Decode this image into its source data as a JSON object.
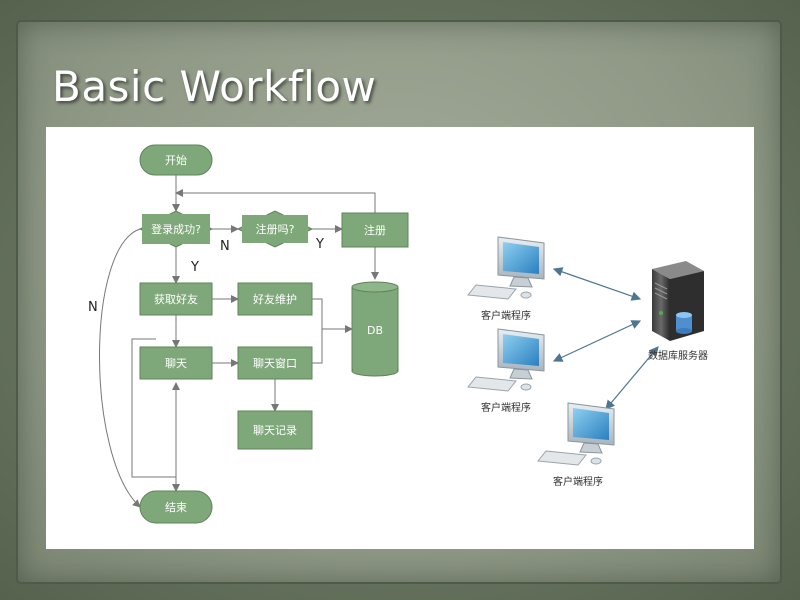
{
  "slide": {
    "title": "Basic Workflow"
  },
  "flowchart": {
    "start": "开始",
    "login_success": "登录成功?",
    "registered": "注册吗?",
    "register": "注册",
    "get_friends": "获取好友",
    "maintain_friends": "好友维护",
    "chat": "聊天",
    "chat_window": "聊天窗口",
    "chat_log": "聊天记录",
    "db": "DB",
    "end": "结束",
    "label_n_login": "N",
    "label_y_register": "Y",
    "label_y_login": "Y",
    "label_n_left": "N",
    "colors": {
      "node_fill": "#7fa87a",
      "node_stroke": "#5d8358",
      "line": "#777777"
    }
  },
  "network": {
    "client_label_1": "客户端程序",
    "client_label_2": "客户端程序",
    "client_label_3": "客户端程序",
    "server_label": "数据库服务器",
    "icons": [
      "computer-icon",
      "computer-icon",
      "computer-icon",
      "server-icon",
      "database-icon"
    ]
  }
}
